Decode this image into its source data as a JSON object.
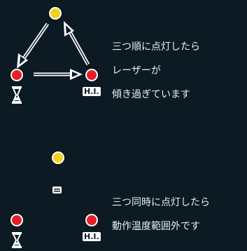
{
  "pattern_sequence": {
    "description_lines": [
      "三つ順に点灯したら",
      "レーザーが",
      "傾き過ぎています"
    ],
    "hi_label": "H.I."
  },
  "pattern_simultaneous": {
    "description_lines": [
      "三つ同時に点灯したら",
      "動作温度範囲外です"
    ],
    "hi_label": "H.I."
  },
  "colors": {
    "background": "#0b1a23",
    "lamp_yellow": "#f2d21e",
    "lamp_red": "#e3202a",
    "outline": "#ffffff"
  },
  "icons": {
    "hourglass": "hourglass-icon",
    "battery": "battery-icon"
  }
}
